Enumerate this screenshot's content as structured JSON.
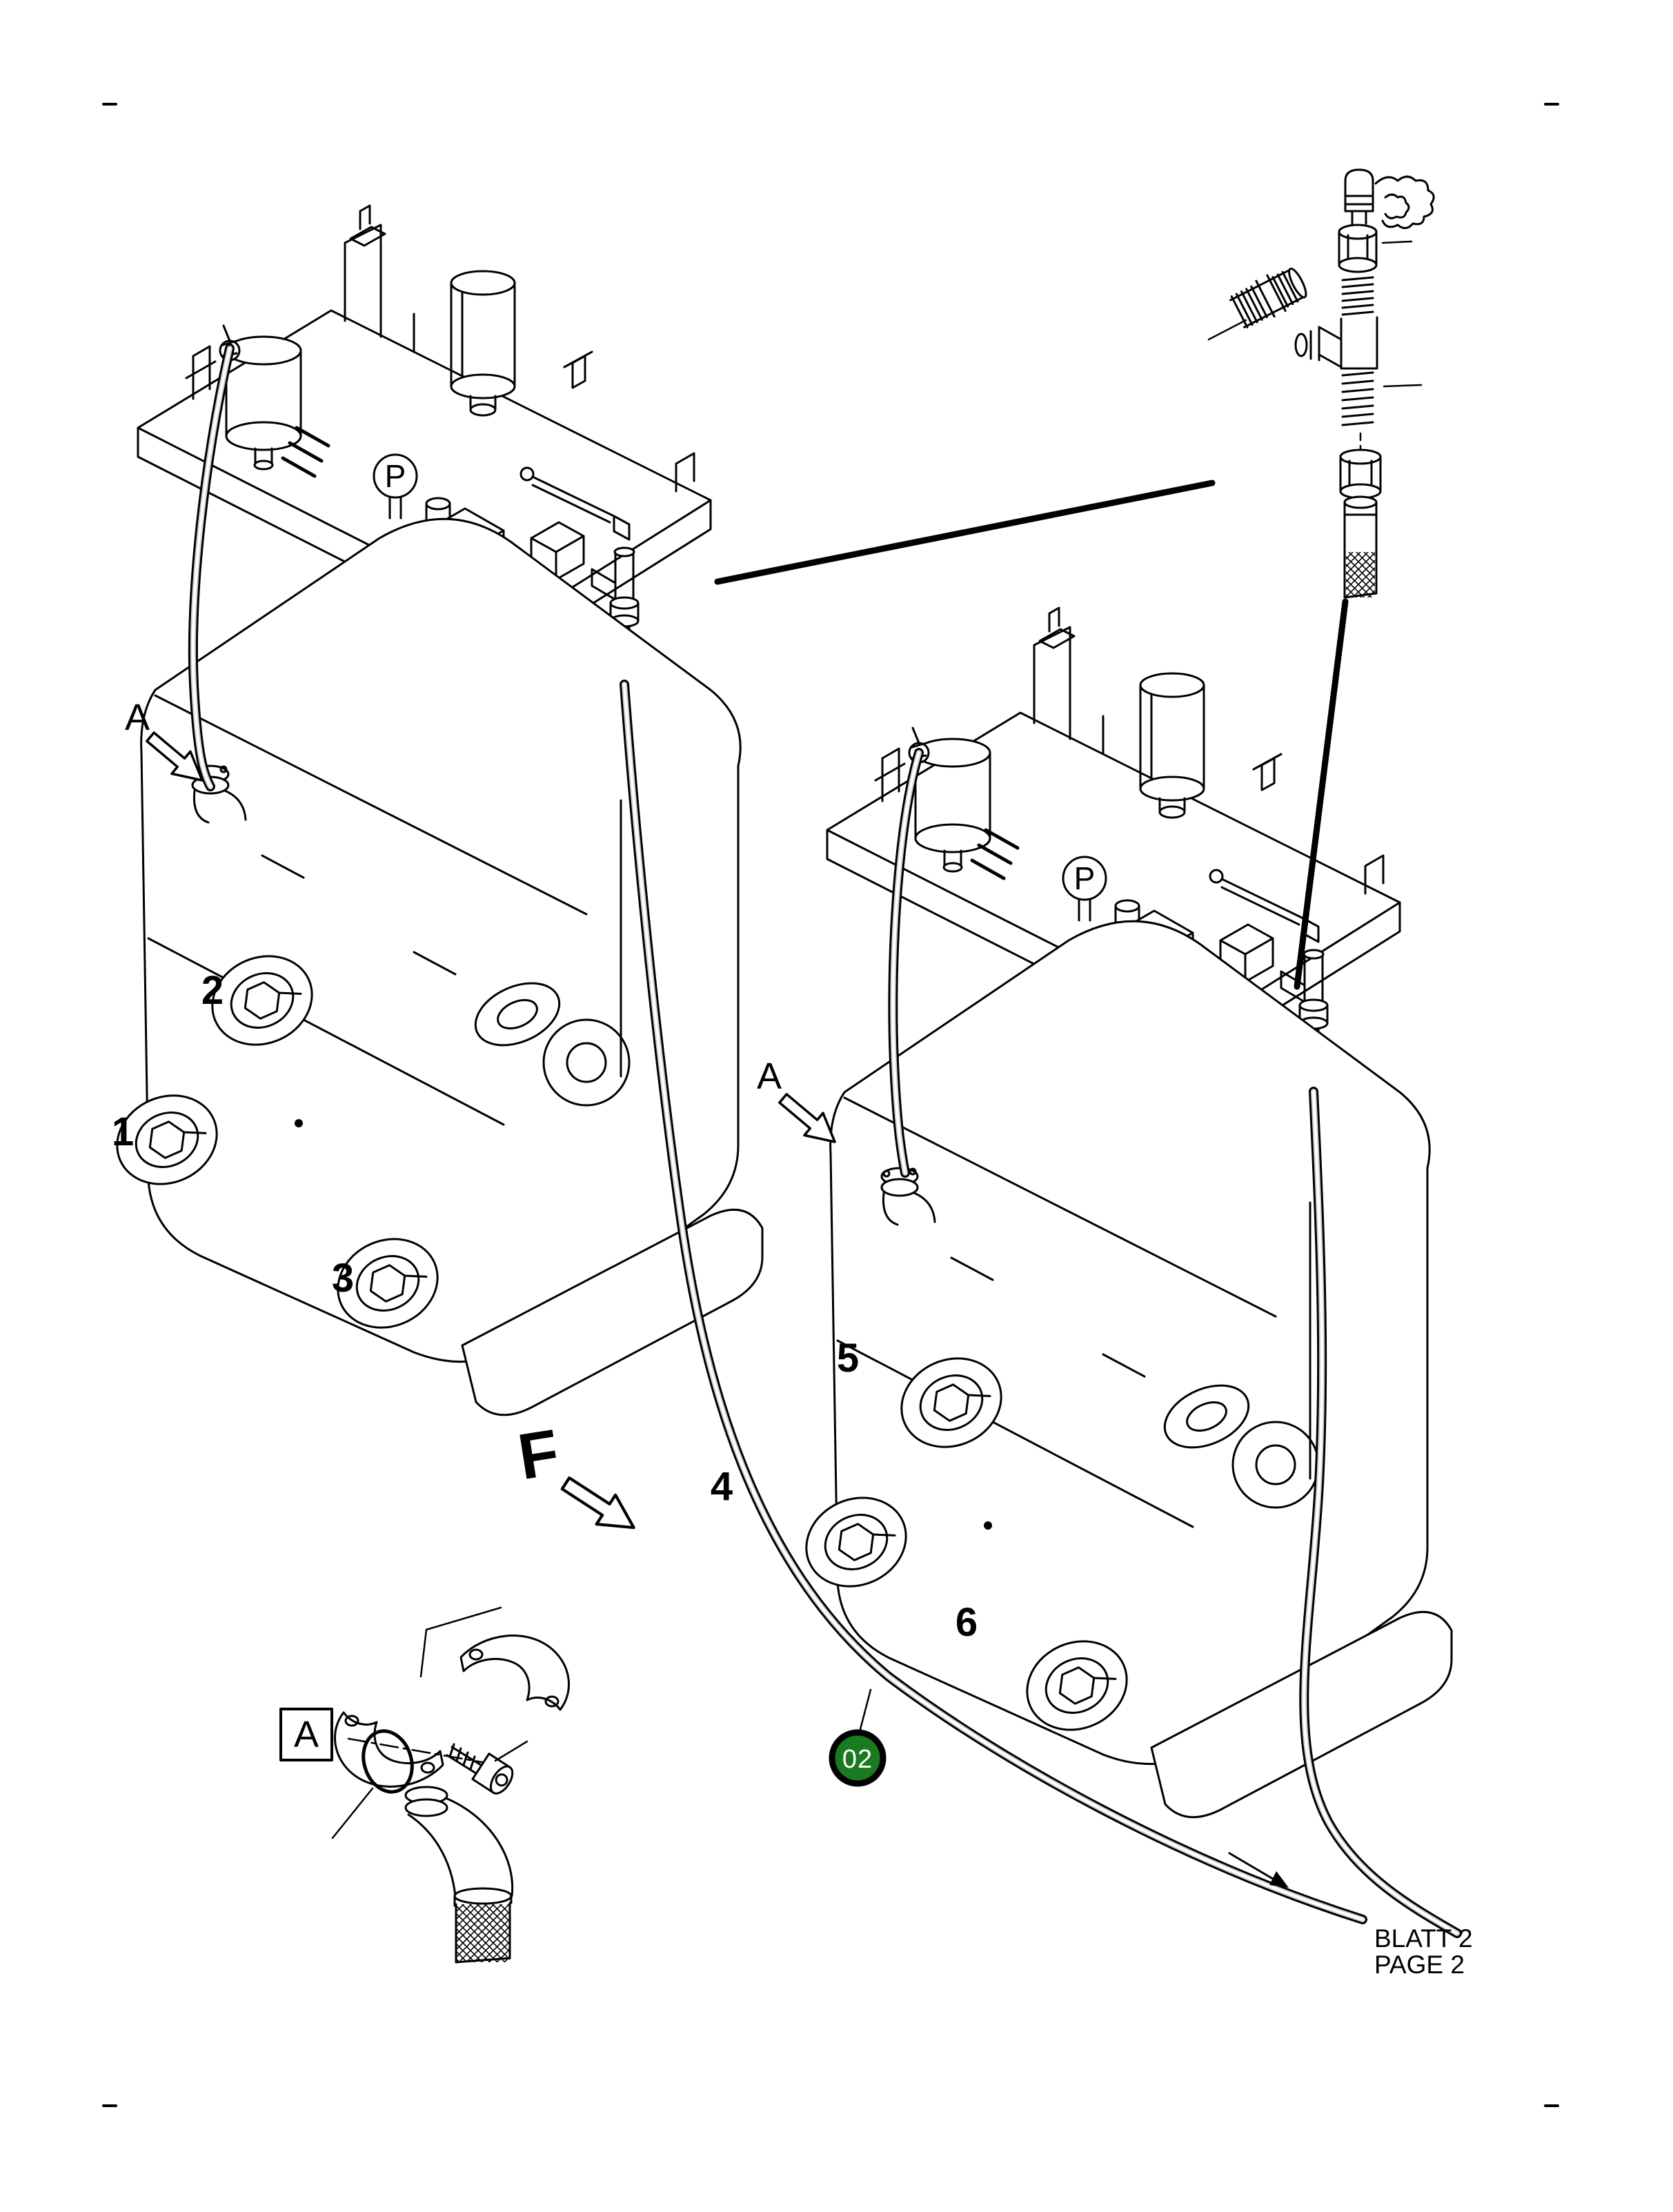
{
  "drawing": {
    "type": "hydraulic-pump-hose-installation-parts-diagram",
    "view_labels": {
      "section_arrow_left": "A",
      "section_arrow_right": "A",
      "detail_box": "A",
      "direction_view": "F"
    },
    "gauges": {
      "left": "P",
      "right": "P"
    },
    "callouts": [
      {
        "number": "1"
      },
      {
        "number": "2"
      },
      {
        "number": "3"
      },
      {
        "number": "4"
      },
      {
        "number": "5"
      },
      {
        "number": "6"
      }
    ],
    "revision_badge": {
      "text": "02",
      "color": "#1a7a1f"
    },
    "sheet_ref": {
      "line1": "BLATT 2",
      "line2": "PAGE 2"
    }
  }
}
